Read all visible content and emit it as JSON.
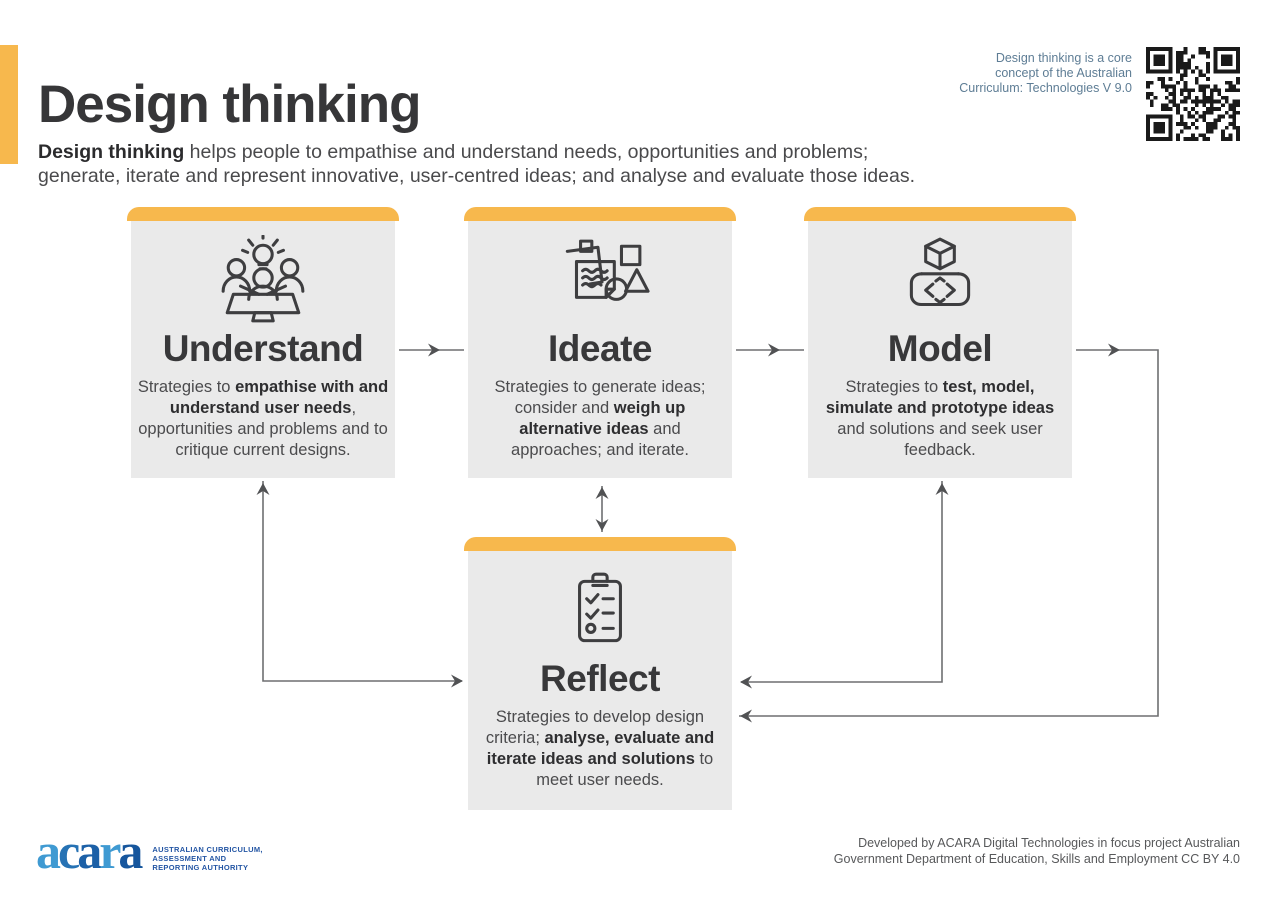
{
  "colors": {
    "accent_yellow": "#F7B84D",
    "card_gray": "#EAEAEA",
    "note_blue": "#5E7D95",
    "logo_navy": "#2456A4"
  },
  "header": {
    "title": "Design thinking",
    "intro_line1_segments": [
      {
        "text": "Design thinking",
        "bold": true
      },
      {
        "text": " helps people to empathise and understand needs, opportunities and problems;",
        "bold": false
      }
    ],
    "intro_line2_segments": [
      {
        "text": "generate, iterate and represent innovative, user-centred ideas; and analyse and evaluate those ideas.",
        "bold": false
      }
    ],
    "top_note_lines": [
      "Design thinking is a core",
      "concept of the Australian",
      "Curriculum: Technologies V 9.0"
    ],
    "qr_icon": "qr-code"
  },
  "cards": [
    {
      "id": "understand",
      "title": "Understand",
      "icon": "team-brainstorm-lightbulb-icon",
      "desc_segments": [
        {
          "text": "Strategies to ",
          "bold": false
        },
        {
          "text": "empathise with and understand user needs",
          "bold": true
        },
        {
          "text": ", opportunities and problems and to critique current designs.",
          "bold": false
        }
      ]
    },
    {
      "id": "ideate",
      "title": "Ideate",
      "icon": "sticky-notes-and-shapes-icon",
      "desc_segments": [
        {
          "text": "Strategies to generate ideas; consider and ",
          "bold": false
        },
        {
          "text": "weigh up alternative ideas",
          "bold": true
        },
        {
          "text": " and approaches; and iterate.",
          "bold": false
        }
      ]
    },
    {
      "id": "model",
      "title": "Model",
      "icon": "cube-blueprint-prototype-icon",
      "desc_segments": [
        {
          "text": "Strategies to ",
          "bold": false
        },
        {
          "text": "test, model, simulate and prototype ideas",
          "bold": true
        },
        {
          "text": " and solutions and seek user feedback.",
          "bold": false
        }
      ]
    },
    {
      "id": "reflect",
      "title": "Reflect",
      "icon": "checklist-clipboard-icon",
      "desc_segments": [
        {
          "text": "Strategies to develop design criteria; ",
          "bold": false
        },
        {
          "text": "analyse, evaluate and iterate ideas and solutions",
          "bold": true
        },
        {
          "text": " to meet user needs.",
          "bold": false
        }
      ]
    }
  ],
  "footer": {
    "logo_letters": [
      {
        "ch": "a",
        "color": "#3F9AD2"
      },
      {
        "ch": "c",
        "color": "#2672B4"
      },
      {
        "ch": "a",
        "color": "#1C60A7"
      },
      {
        "ch": "r",
        "color": "#3F9AD2"
      },
      {
        "ch": "a",
        "color": "#16569D"
      }
    ],
    "logo_caption_lines": [
      "AUSTRALIAN CURRICULUM,",
      "ASSESSMENT AND",
      "REPORTING AUTHORITY"
    ],
    "credit_lines": [
      "Developed by ACARA Digital Technologies in focus project Australian",
      "Government Department of Education, Skills and Employment CC BY 4.0"
    ]
  }
}
